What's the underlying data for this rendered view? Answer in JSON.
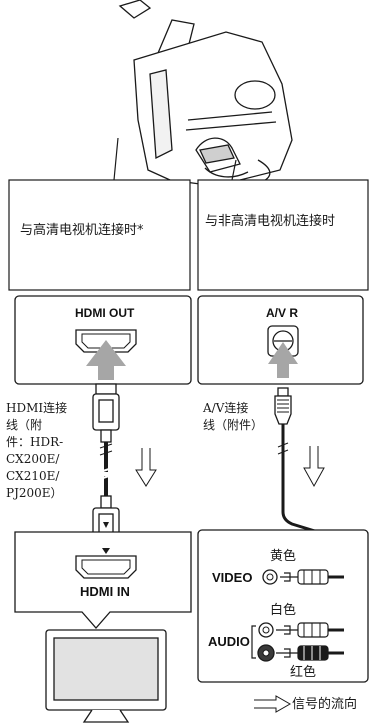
{
  "box_left": {
    "text": "与高清电视机连接时*"
  },
  "box_right": {
    "text": "与非高清电视机连接时"
  },
  "ports": {
    "hdmi_out": "HDMI OUT",
    "av_r": "A/V R",
    "hdmi_in": "HDMI IN",
    "video": "VIDEO",
    "audio": "AUDIO"
  },
  "cables": {
    "hdmi_label": [
      "HDMI连接",
      "线（附",
      "件：HDR-",
      "CX200E/",
      "CX210E/",
      "PJ200E）"
    ],
    "av_label": [
      "A/V连接",
      "线（附件）"
    ]
  },
  "colors_labels": {
    "yellow": "黄色",
    "white": "白色",
    "red": "红色"
  },
  "legend": {
    "signal_flow": "信号的流向"
  },
  "colors": {
    "arrow_gray": "#a6a6a6",
    "box_shade": "#e2e2e2",
    "line": "#1a1a1a"
  }
}
